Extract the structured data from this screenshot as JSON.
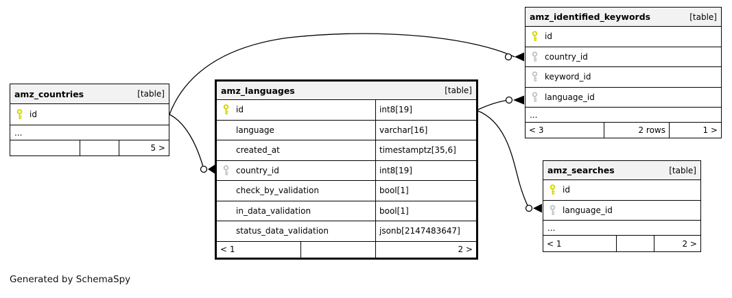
{
  "credit": "Generated by SchemaSpy",
  "colors": {
    "background": "#ffffff",
    "header_bg": "#f2f2f2",
    "border": "#000000",
    "pk_key": "#d6d600",
    "fk_key": "#c4c4c4"
  },
  "tables": {
    "countries": {
      "title": "amz_countries",
      "badge": "[table]",
      "columns": [
        {
          "name": "id",
          "key": "pk"
        }
      ],
      "ellipsis": "...",
      "footer": {
        "left": "",
        "center": "",
        "right": "5 >"
      }
    },
    "languages": {
      "title": "amz_languages",
      "badge": "[table]",
      "columns": [
        {
          "name": "id",
          "type": "int8[19]",
          "key": "pk"
        },
        {
          "name": "language",
          "type": "varchar[16]",
          "key": ""
        },
        {
          "name": "created_at",
          "type": "timestamptz[35,6]",
          "key": ""
        },
        {
          "name": "country_id",
          "type": "int8[19]",
          "key": "fk"
        },
        {
          "name": "check_by_validation",
          "type": "bool[1]",
          "key": ""
        },
        {
          "name": "in_data_validation",
          "type": "bool[1]",
          "key": ""
        },
        {
          "name": "status_data_validation",
          "type": "jsonb[2147483647]",
          "key": ""
        }
      ],
      "footer": {
        "left": "< 1",
        "center": "",
        "right": "2 >"
      }
    },
    "identified_keywords": {
      "title": "amz_identified_keywords",
      "badge": "[table]",
      "columns": [
        {
          "name": "id",
          "key": "pk"
        },
        {
          "name": "country_id",
          "key": "fk"
        },
        {
          "name": "keyword_id",
          "key": "fk"
        },
        {
          "name": "language_id",
          "key": "fk"
        }
      ],
      "ellipsis": "...",
      "footer": {
        "left": "< 3",
        "center": "2 rows",
        "right": "1 >"
      }
    },
    "searches": {
      "title": "amz_searches",
      "badge": "[table]",
      "columns": [
        {
          "name": "id",
          "key": "pk"
        },
        {
          "name": "language_id",
          "key": "fk"
        }
      ],
      "ellipsis": "...",
      "footer": {
        "left": "< 1",
        "center": "",
        "right": "2 >"
      }
    }
  },
  "relationships": [
    {
      "from": "amz_countries.id",
      "to": "amz_languages.country_id"
    },
    {
      "from": "amz_countries.id",
      "to": "amz_identified_keywords.country_id"
    },
    {
      "from": "amz_languages.id",
      "to": "amz_identified_keywords.language_id"
    },
    {
      "from": "amz_languages.id",
      "to": "amz_searches.language_id"
    }
  ]
}
